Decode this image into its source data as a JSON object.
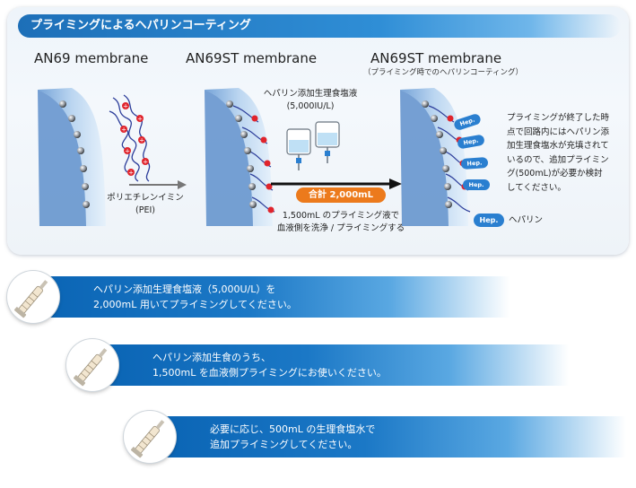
{
  "header": {
    "title": "プライミングによるヘパリンコーティング"
  },
  "membranes": {
    "an69": "AN69 membrane",
    "an69st": "AN69ST membrane",
    "an69st_coated": "AN69ST membrane",
    "an69st_coated_sub": "（プライミング時でのヘパリンコーティング）"
  },
  "pei_label": {
    "line1": "ポリエチレンイミン",
    "line2": "(PEI)"
  },
  "saline": {
    "line1": "ヘパリン添加生理食塩液",
    "line2": "(5,000IU/L)"
  },
  "total_badge": "合計 2,000mL",
  "wash": {
    "line1": "1,500mL のプライミング液で",
    "line2": "血液側を洗浄 / プライミングする"
  },
  "side_note": {
    "line1": "プライミングが終了した時",
    "line2": "点で回路内にはヘパリン添",
    "line3": "加生理食塩水が充填されて",
    "line4": "いるので、追加プライミン",
    "line5": "グ(500mL)が必要か検討",
    "line6": "してください。"
  },
  "hep_legend": {
    "badge": "Hep.",
    "label": "ヘパリン"
  },
  "hep_tag": "Hep.",
  "steps": [
    {
      "line1": "ヘパリン添加生理食塩液（5,000U/L）を",
      "line2": "2,000mL 用いてプライミングしてください。"
    },
    {
      "line1": "ヘパリン添加生食のうち、",
      "line2": "1,500mL を血液側プライミングにお使いください。"
    },
    {
      "line1": "必要に応じ、500mL の生理食塩水で",
      "line2": "追加プライミングしてください。"
    }
  ],
  "colors": {
    "header_blue": "#1d6fb8",
    "step_blue": "#0a64b4",
    "orange_badge": "#ec7a1c",
    "heparin_blue": "#2a7fd0",
    "pei_red": "#e0242c"
  }
}
